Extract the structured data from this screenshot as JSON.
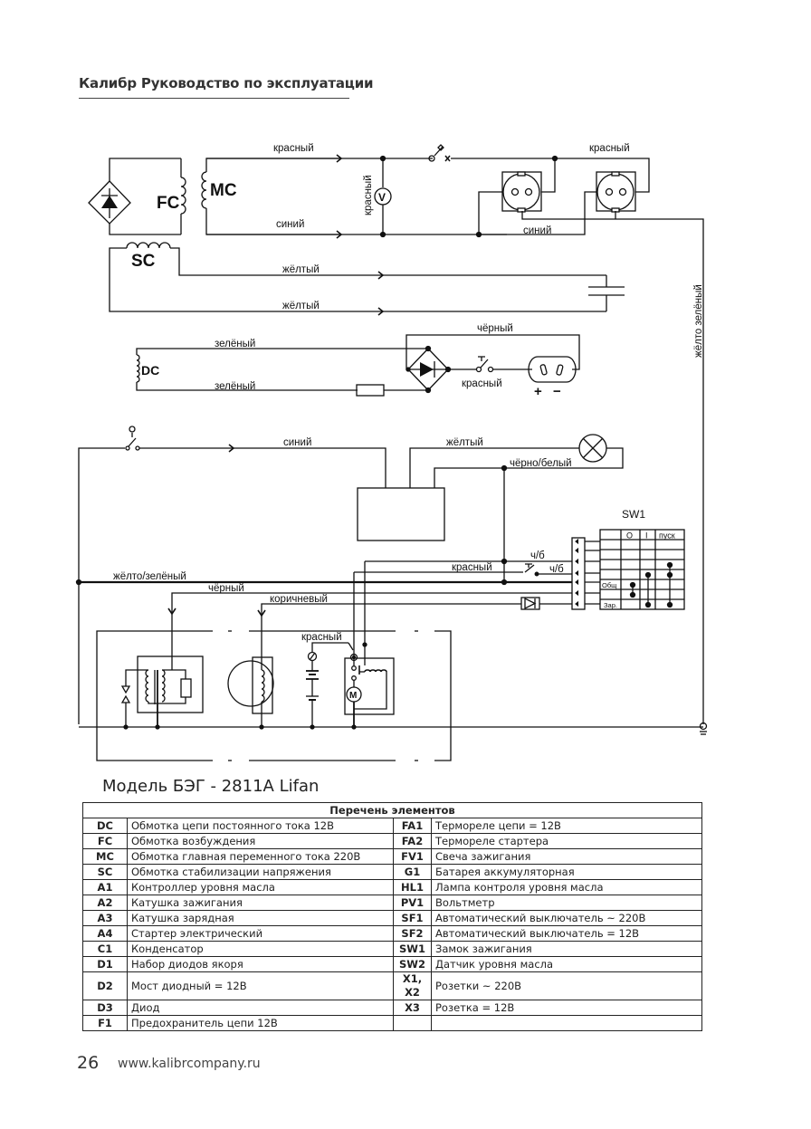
{
  "header": {
    "title": "Калибр Руководство по эксплуатации"
  },
  "diagram": {
    "labels": {
      "FC": "FC",
      "MC": "MC",
      "SC": "SC",
      "DC": "DC",
      "voltmeter": "V",
      "motor": "M",
      "SW1": "SW1",
      "wire_red_top": "красный",
      "wire_red_top_right": "красный",
      "wire_red_vertical": "красный",
      "wire_blue_mc": "синий",
      "wire_blue_sockets": "синий",
      "wire_yellow_1": "жёлтый",
      "wire_yellow_2": "жёлтый",
      "wire_black_dc": "чёрный",
      "wire_green_1": "зелёный",
      "wire_green_2": "зелёный",
      "wire_red_dc": "красный",
      "wire_yellow_green_vertical": "жёлто зелёный",
      "wire_blue_ctrl": "синий",
      "wire_yellow_ctrl": "жёлтый",
      "wire_blackwhite": "чёрно/белый",
      "wire_bw_1": "ч/б",
      "wire_bw_2": "ч/б",
      "wire_red_sw": "красный",
      "wire_yellow_green_h": "жёлто/зелёный",
      "wire_black_h": "чёрный",
      "wire_brown": "коричневый",
      "wire_red_starter": "красный",
      "plus": "+",
      "minus": "−"
    },
    "sw1_table": {
      "columns": [
        "",
        "O",
        "I",
        "пуск"
      ],
      "row_labels": [
        "",
        "",
        "",
        "",
        "Общ",
        "",
        "Зар."
      ]
    }
  },
  "model": {
    "title": "Модель БЭГ - 2811A Lifan"
  },
  "elements_table": {
    "title": "Перечень элементов",
    "rows": [
      {
        "code": "DC",
        "desc": "Обмотка цепи постоянного тока 12В",
        "code2": "FA1",
        "desc2": "Термореле цепи = 12В"
      },
      {
        "code": "FC",
        "desc": "Обмотка возбуждения",
        "code2": "FA2",
        "desc2": "Термореле стартера"
      },
      {
        "code": "MC",
        "desc": "Обмотка главная переменного тока 220В",
        "code2": "FV1",
        "desc2": "Свеча зажигания"
      },
      {
        "code": "SC",
        "desc": "Обмотка стабилизации напряжения",
        "code2": "G1",
        "desc2": "Батарея аккумуляторная"
      },
      {
        "code": "A1",
        "desc": "Контроллер уровня масла",
        "code2": "HL1",
        "desc2": "Лампа контроля уровня масла"
      },
      {
        "code": "A2",
        "desc": "Катушка зажигания",
        "code2": "PV1",
        "desc2": "Вольтметр"
      },
      {
        "code": "A3",
        "desc": "Катушка зарядная",
        "code2": "SF1",
        "desc2": "Автоматический выключатель ~ 220В"
      },
      {
        "code": "A4",
        "desc": "Стартер электрический",
        "code2": "SF2",
        "desc2": "Автоматический выключатель = 12В"
      },
      {
        "code": "C1",
        "desc": "Конденсатор",
        "code2": "SW1",
        "desc2": "Замок зажигания"
      },
      {
        "code": "D1",
        "desc": "Набор диодов якоря",
        "code2": "SW2",
        "desc2": "Датчик уровня масла"
      },
      {
        "code": "D2",
        "desc": "Мост диодный = 12В",
        "code2": "X1, X2",
        "desc2": "Розетки ~ 220В"
      },
      {
        "code": "D3",
        "desc": "Диод",
        "code2": "X3",
        "desc2": "Розетка = 12В"
      },
      {
        "code": "F1",
        "desc": "Предохранитель цепи 12В",
        "code2": "",
        "desc2": ""
      }
    ]
  },
  "footer": {
    "page_number": "26",
    "url": "www.kalibrcompany.ru"
  }
}
